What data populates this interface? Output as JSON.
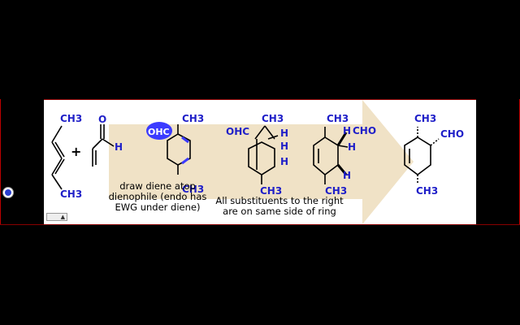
{
  "slide": {
    "reactant_diene_top": "CH3",
    "reactant_diene_bottom": "CH3",
    "plus": "+",
    "dienophile_o": "O",
    "dienophile_h": "H",
    "step1_ohc": "OHC",
    "step1_ch3_top": "CH3",
    "step1_ch3_bottom": "CH3",
    "step2_ohc": "OHC",
    "step2_ch3_top": "CH3",
    "step2_h1": "H",
    "step2_h2": "H",
    "step2_h3": "H",
    "step2_ch3_bottom": "CH3",
    "step3_ch3_top": "CH3",
    "step3_h": "H",
    "step3_cho": "CHO",
    "step3_h2": "H",
    "step3_h3": "H",
    "step3_ch3_bottom": "CH3",
    "product_ch3_top": "CH3",
    "product_cho": "CHO",
    "product_ch3_bottom": "CH3",
    "note1_l1": "draw diene atop",
    "note1_l2": "dienophile (endo has",
    "note1_l3": "EWG under diene)",
    "note2_l1": "All substituents to the right",
    "note2_l2": "are on same side of ring"
  },
  "colors": {
    "arrow": "#f0e2c6",
    "structure_text": "#1f1fc8",
    "highlight": "#3b3bff"
  },
  "icons": {
    "left_tool": "pen-tool-icon",
    "slide_controls": "slide-nav-icon"
  }
}
